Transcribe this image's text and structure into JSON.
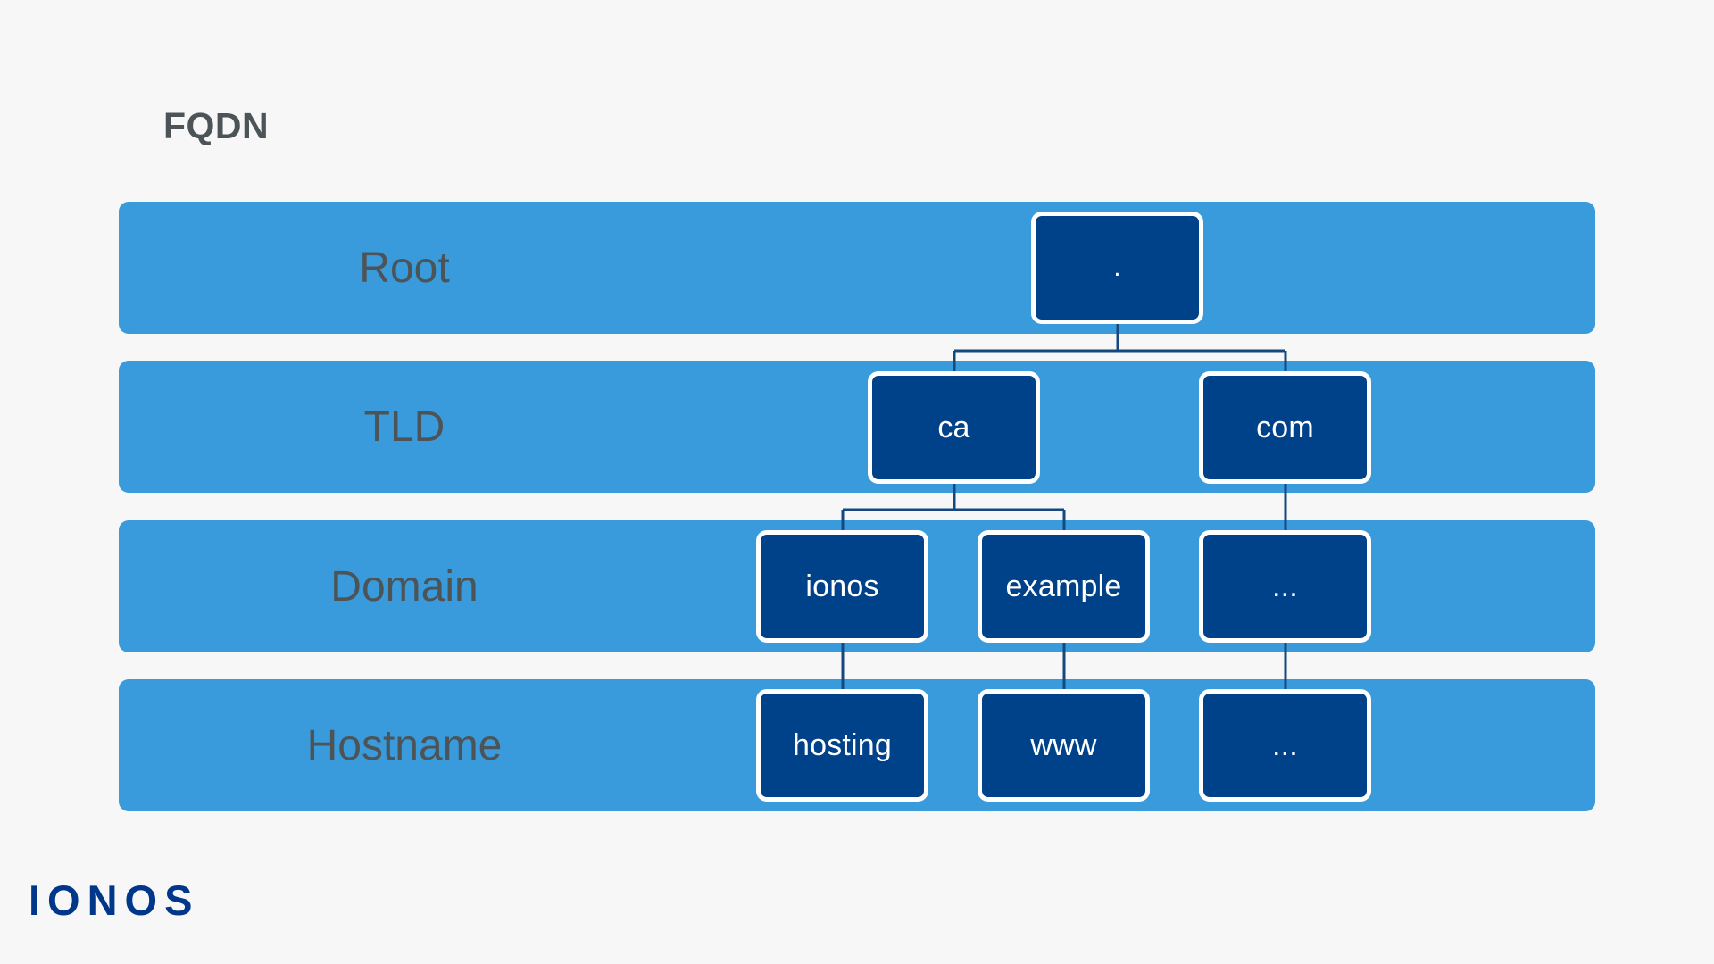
{
  "page": {
    "title": "FQDN",
    "background_color": "#f7f7f7",
    "band_color": "#3a9bdc",
    "node_color": "#004289",
    "node_border_color": "#ffffff",
    "connector_color": "#14487f",
    "label_color": "#4d5457",
    "logo_color": "#00378a"
  },
  "logo": {
    "text": "IONOS"
  },
  "diagram": {
    "type": "hierarchy-tree",
    "rows": [
      {
        "label": "Root"
      },
      {
        "label": "TLD"
      },
      {
        "label": "Domain"
      },
      {
        "label": "Hostname"
      }
    ],
    "nodes": {
      "root": ".",
      "tld_ca": "ca",
      "tld_com": "com",
      "domain_ionos": "ionos",
      "domain_example": "example",
      "domain_more": "...",
      "host_hosting": "hosting",
      "host_www": "www",
      "host_more": "..."
    },
    "edges": [
      {
        "from": "root",
        "to": "tld_ca"
      },
      {
        "from": "root",
        "to": "tld_com"
      },
      {
        "from": "tld_ca",
        "to": "domain_ionos"
      },
      {
        "from": "tld_ca",
        "to": "domain_example"
      },
      {
        "from": "tld_com",
        "to": "domain_more"
      },
      {
        "from": "domain_ionos",
        "to": "host_hosting"
      },
      {
        "from": "domain_example",
        "to": "host_www"
      },
      {
        "from": "domain_more",
        "to": "host_more"
      }
    ]
  }
}
